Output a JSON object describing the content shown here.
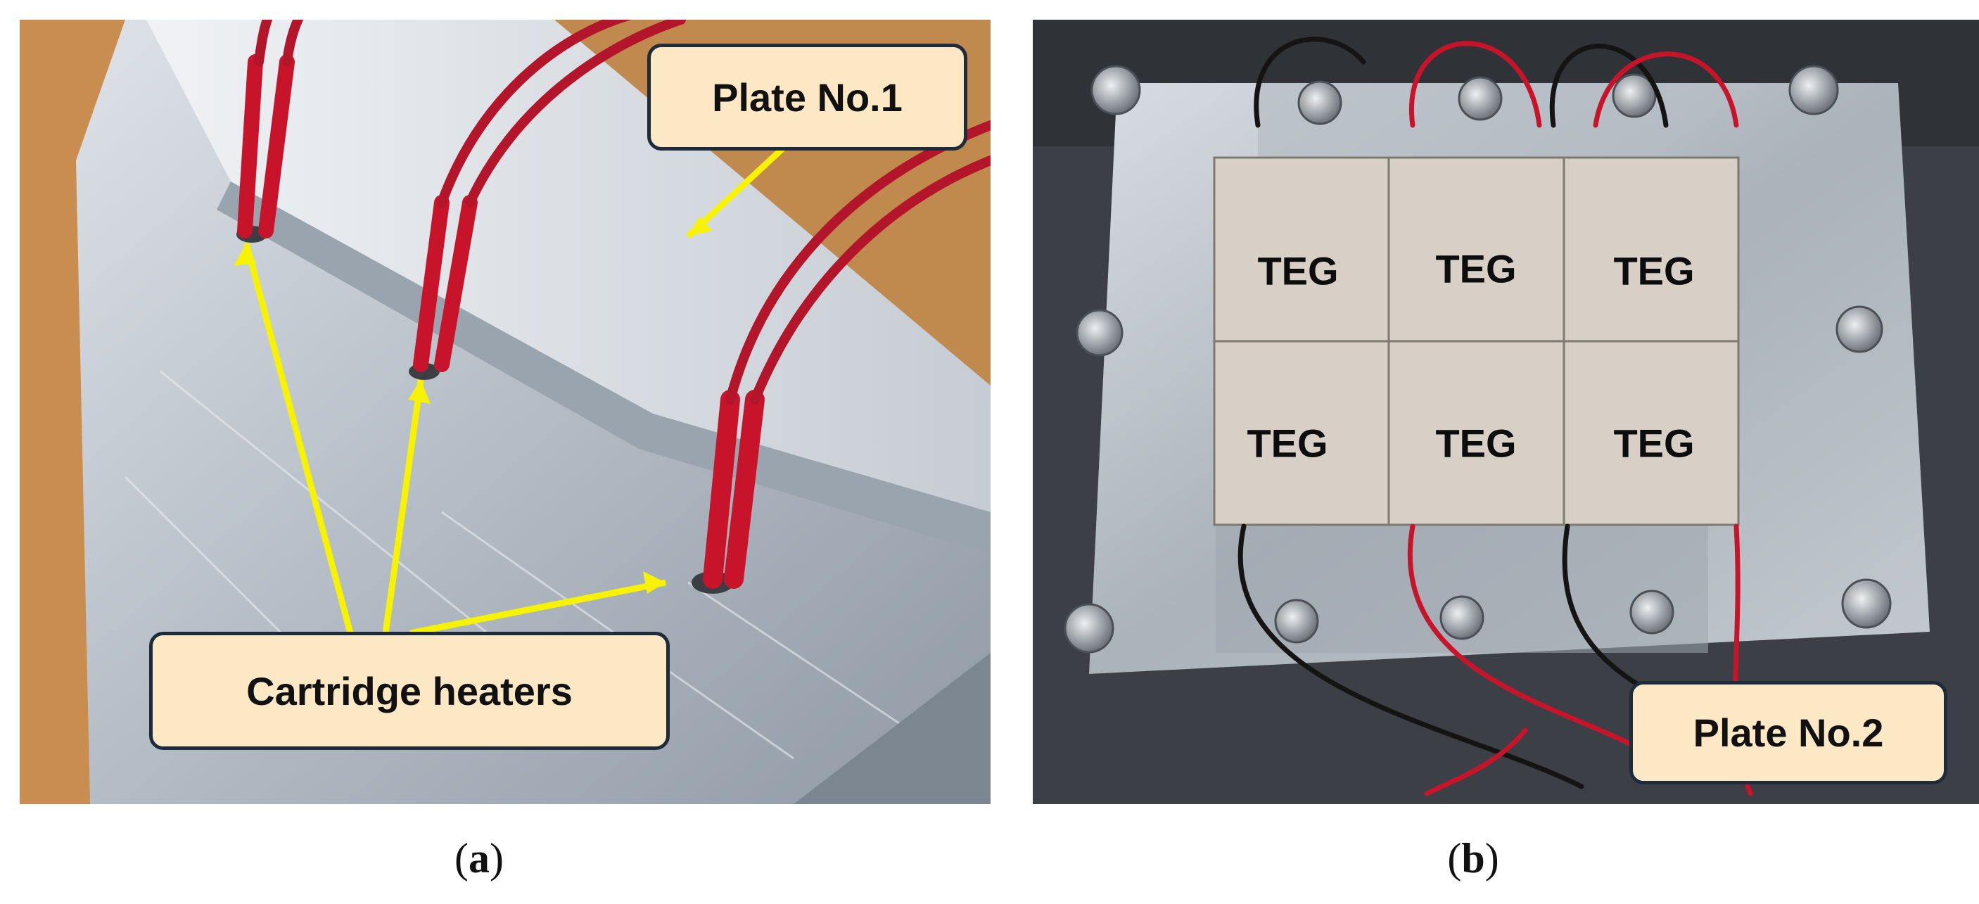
{
  "panel_a": {
    "callout_plate": "Plate No.1",
    "callout_heaters": "Cartridge heaters",
    "caption_open": "(",
    "caption_letter": "a",
    "caption_close": ")"
  },
  "panel_b": {
    "teg_labels": [
      "TEG",
      "TEG",
      "TEG",
      "TEG",
      "TEG",
      "TEG"
    ],
    "callout_plate": "Plate No.2",
    "caption_open": "(",
    "caption_letter": "b",
    "caption_close": ")"
  },
  "colors": {
    "callout_fill": "#fde8c6",
    "callout_border": "#1d2b3a",
    "arrow": "#f7f300",
    "wire_red": "#c8142a",
    "wire_black": "#141414"
  }
}
